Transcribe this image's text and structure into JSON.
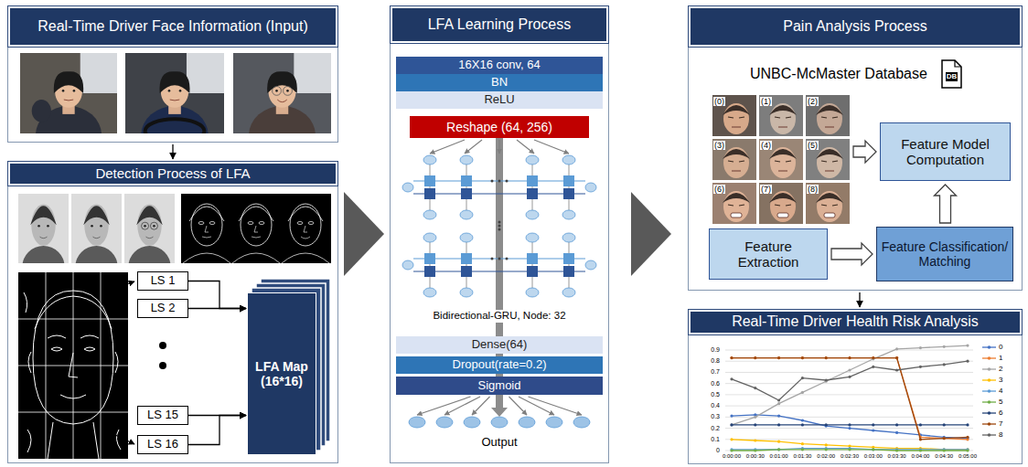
{
  "diagram": {
    "nodes": [
      {
        "text": [
          "Real-Time Driver Face Information (Input)"
        ]
      },
      {
        "text": [
          "Detection Process of LFA"
        ]
      },
      {
        "text": [
          "LS 1"
        ],
        "in": 1
      },
      {
        "text": [
          "LS 2"
        ],
        "in": 1
      },
      {
        "text": [
          "LS 15"
        ],
        "in": 1
      },
      {
        "text": [
          "LS 16"
        ],
        "in": 1
      },
      {
        "text": [
          "LFA Map (16*16)"
        ],
        "in": 1
      },
      {
        "text": [
          "LFA Learning Process"
        ]
      },
      {
        "text": [
          "16X16 conv, 64"
        ],
        "in": 7
      },
      {
        "text": [
          "BN"
        ],
        "in": 7
      },
      {
        "text": [
          "ReLU"
        ],
        "in": 7
      },
      {
        "text": [
          "Reshape (64, 256)"
        ],
        "in": 7
      },
      {
        "text": [
          "Dense(64)"
        ],
        "in": 7
      },
      {
        "text": [
          "Dropout(rate=0.2)"
        ],
        "in": 7
      },
      {
        "text": [
          "Sigmoid"
        ],
        "in": 7
      },
      {
        "text": [
          "Pain Analysis Process"
        ]
      },
      {
        "text": [
          "Feature Model Computation"
        ],
        "in": 15
      },
      {
        "text": [
          "Feature Extraction"
        ],
        "in": 15
      },
      {
        "text": [
          "Feature Classification/ Matching"
        ],
        "in": 15
      },
      {
        "text": [
          "Real-Time Driver Health Risk Analysis"
        ]
      }
    ],
    "edges": [
      {
        "from": 0,
        "to": 1,
        "arrow": "to"
      },
      {
        "from": 1,
        "to": 7,
        "arrow": "to"
      },
      {
        "from": 7,
        "to": 15,
        "arrow": "to"
      },
      {
        "from": 2,
        "to": 6,
        "arrow": "to"
      },
      {
        "from": 3,
        "to": 6,
        "arrow": "to"
      },
      {
        "from": 4,
        "to": 6,
        "arrow": "to"
      },
      {
        "from": 5,
        "to": 6,
        "arrow": "to"
      },
      {
        "from": 11,
        "to": 12,
        "arrow": "none"
      },
      {
        "from": 12,
        "to": 13,
        "arrow": "none"
      },
      {
        "from": 13,
        "to": 14,
        "arrow": "none"
      },
      {
        "from": 17,
        "to": 18,
        "arrow": "to"
      },
      {
        "from": 18,
        "to": 16,
        "arrow": "to"
      },
      {
        "from": 15,
        "to": 19,
        "arrow": "to"
      }
    ],
    "labels": [
      "UNBC-McMaster Database",
      "DB",
      "(0)",
      "(1)",
      "(2)",
      "(3)",
      "(4)",
      "(5)",
      "(6)",
      "(7)",
      "(8)",
      "Bidirectional-GRU, Node: 32",
      "Output",
      "0",
      "0.1",
      "0.2",
      "0.3",
      "0.4",
      "0.5",
      "0.6",
      "0.7",
      "0.8",
      "0.9",
      "0:00:00",
      "0:00:30",
      "0:01:00",
      "0:01:30",
      "0:02:00",
      "0:02:30",
      "0:03:00",
      "0:03:30",
      "0:04:00",
      "0:04:30",
      "0:05:00"
    ],
    "legend": [
      {
        "text": "0"
      },
      {
        "text": "1"
      },
      {
        "text": "2"
      },
      {
        "text": "3"
      },
      {
        "text": "4"
      },
      {
        "text": "5"
      },
      {
        "text": "6"
      },
      {
        "text": "7"
      },
      {
        "text": "8"
      }
    ]
  }
}
